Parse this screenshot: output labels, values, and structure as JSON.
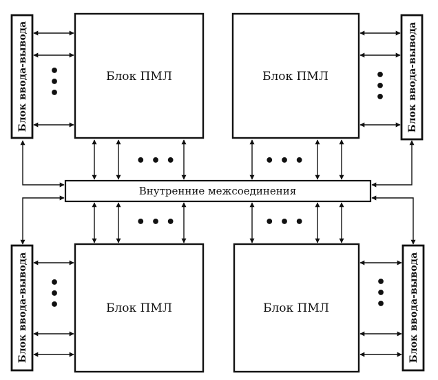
{
  "labels": {
    "pml_block": "Блок ПМЛ",
    "io_block": "Блок ввода-вывода",
    "interconnect": "Внутренние межсоединения",
    "ellipsis": "• • •",
    "ellipsis_vertical": "•"
  }
}
